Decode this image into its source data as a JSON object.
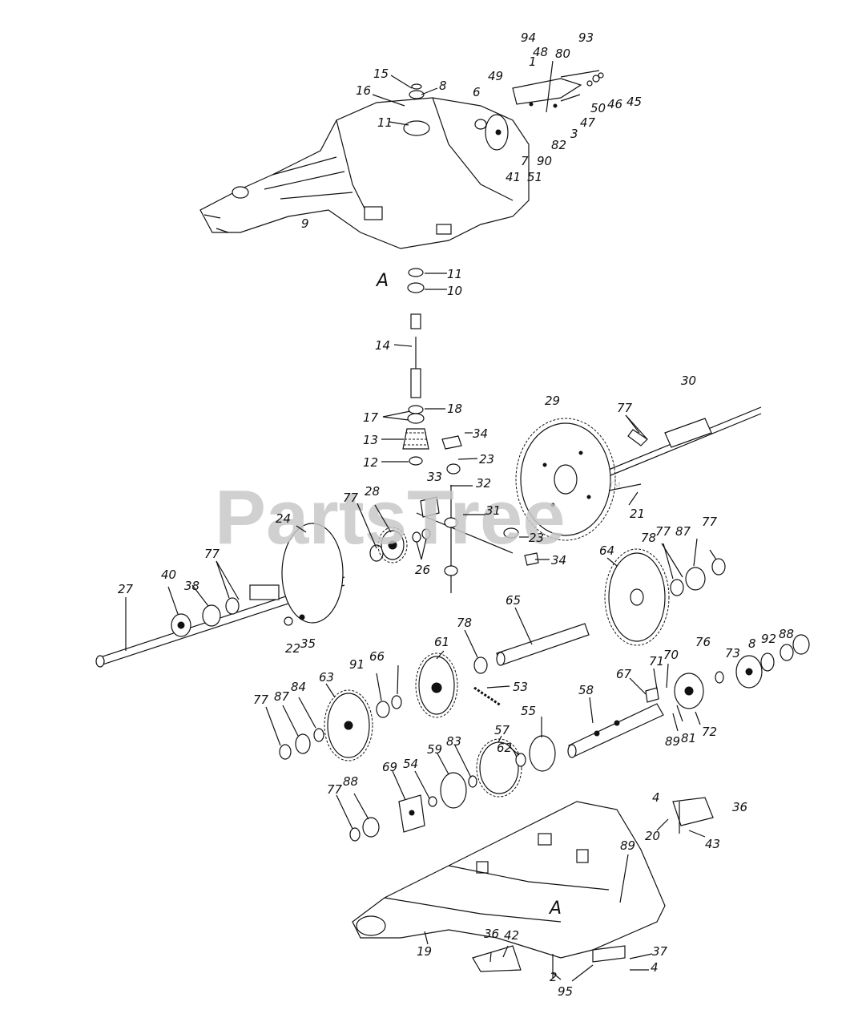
{
  "watermark": {
    "text": "PartsTree",
    "mark": "TM"
  },
  "section_markers": {
    "top": "A",
    "bottom": "A"
  },
  "callouts": [
    {
      "id": "94"
    },
    {
      "id": "93"
    },
    {
      "id": "48"
    },
    {
      "id": "1"
    },
    {
      "id": "80"
    },
    {
      "id": "49"
    },
    {
      "id": "45"
    },
    {
      "id": "15"
    },
    {
      "id": "8"
    },
    {
      "id": "6"
    },
    {
      "id": "46"
    },
    {
      "id": "16"
    },
    {
      "id": "50"
    },
    {
      "id": "47"
    },
    {
      "id": "11"
    },
    {
      "id": "3"
    },
    {
      "id": "82"
    },
    {
      "id": "7"
    },
    {
      "id": "90"
    },
    {
      "id": "41"
    },
    {
      "id": "51"
    },
    {
      "id": "9"
    },
    {
      "id": "11"
    },
    {
      "id": "10"
    },
    {
      "id": "14"
    },
    {
      "id": "30"
    },
    {
      "id": "29"
    },
    {
      "id": "77"
    },
    {
      "id": "17"
    },
    {
      "id": "18"
    },
    {
      "id": "13"
    },
    {
      "id": "34"
    },
    {
      "id": "12"
    },
    {
      "id": "23"
    },
    {
      "id": "33"
    },
    {
      "id": "32"
    },
    {
      "id": "21"
    },
    {
      "id": "77"
    },
    {
      "id": "28"
    },
    {
      "id": "31"
    },
    {
      "id": "24"
    },
    {
      "id": "23"
    },
    {
      "id": "34"
    },
    {
      "id": "26"
    },
    {
      "id": "78"
    },
    {
      "id": "77"
    },
    {
      "id": "87"
    },
    {
      "id": "77"
    },
    {
      "id": "64"
    },
    {
      "id": "27"
    },
    {
      "id": "40"
    },
    {
      "id": "38"
    },
    {
      "id": "77"
    },
    {
      "id": "65"
    },
    {
      "id": "22"
    },
    {
      "id": "35"
    },
    {
      "id": "78"
    },
    {
      "id": "61"
    },
    {
      "id": "76"
    },
    {
      "id": "73"
    },
    {
      "id": "8"
    },
    {
      "id": "92"
    },
    {
      "id": "88"
    },
    {
      "id": "91"
    },
    {
      "id": "66"
    },
    {
      "id": "63"
    },
    {
      "id": "87"
    },
    {
      "id": "84"
    },
    {
      "id": "53"
    },
    {
      "id": "71"
    },
    {
      "id": "70"
    },
    {
      "id": "67"
    },
    {
      "id": "77"
    },
    {
      "id": "58"
    },
    {
      "id": "55"
    },
    {
      "id": "89"
    },
    {
      "id": "81"
    },
    {
      "id": "72"
    },
    {
      "id": "57"
    },
    {
      "id": "62"
    },
    {
      "id": "59"
    },
    {
      "id": "83"
    },
    {
      "id": "54"
    },
    {
      "id": "69"
    },
    {
      "id": "77"
    },
    {
      "id": "88"
    },
    {
      "id": "4"
    },
    {
      "id": "36"
    },
    {
      "id": "20"
    },
    {
      "id": "43"
    },
    {
      "id": "89"
    },
    {
      "id": "19"
    },
    {
      "id": "36"
    },
    {
      "id": "42"
    },
    {
      "id": "37"
    },
    {
      "id": "2"
    },
    {
      "id": "4"
    },
    {
      "id": "95"
    }
  ]
}
